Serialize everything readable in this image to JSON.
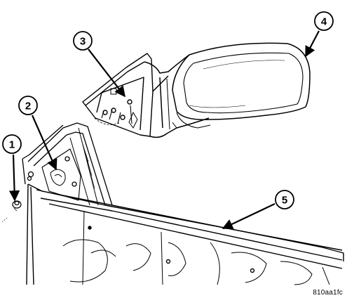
{
  "callouts": [
    {
      "id": "1",
      "label": "1"
    },
    {
      "id": "2",
      "label": "2"
    },
    {
      "id": "3",
      "label": "3"
    },
    {
      "id": "4",
      "label": "4"
    },
    {
      "id": "5",
      "label": "5"
    }
  ],
  "figure_code": "810aa1fc",
  "colors": {
    "ink": "#000000",
    "paper": "#ffffff"
  }
}
